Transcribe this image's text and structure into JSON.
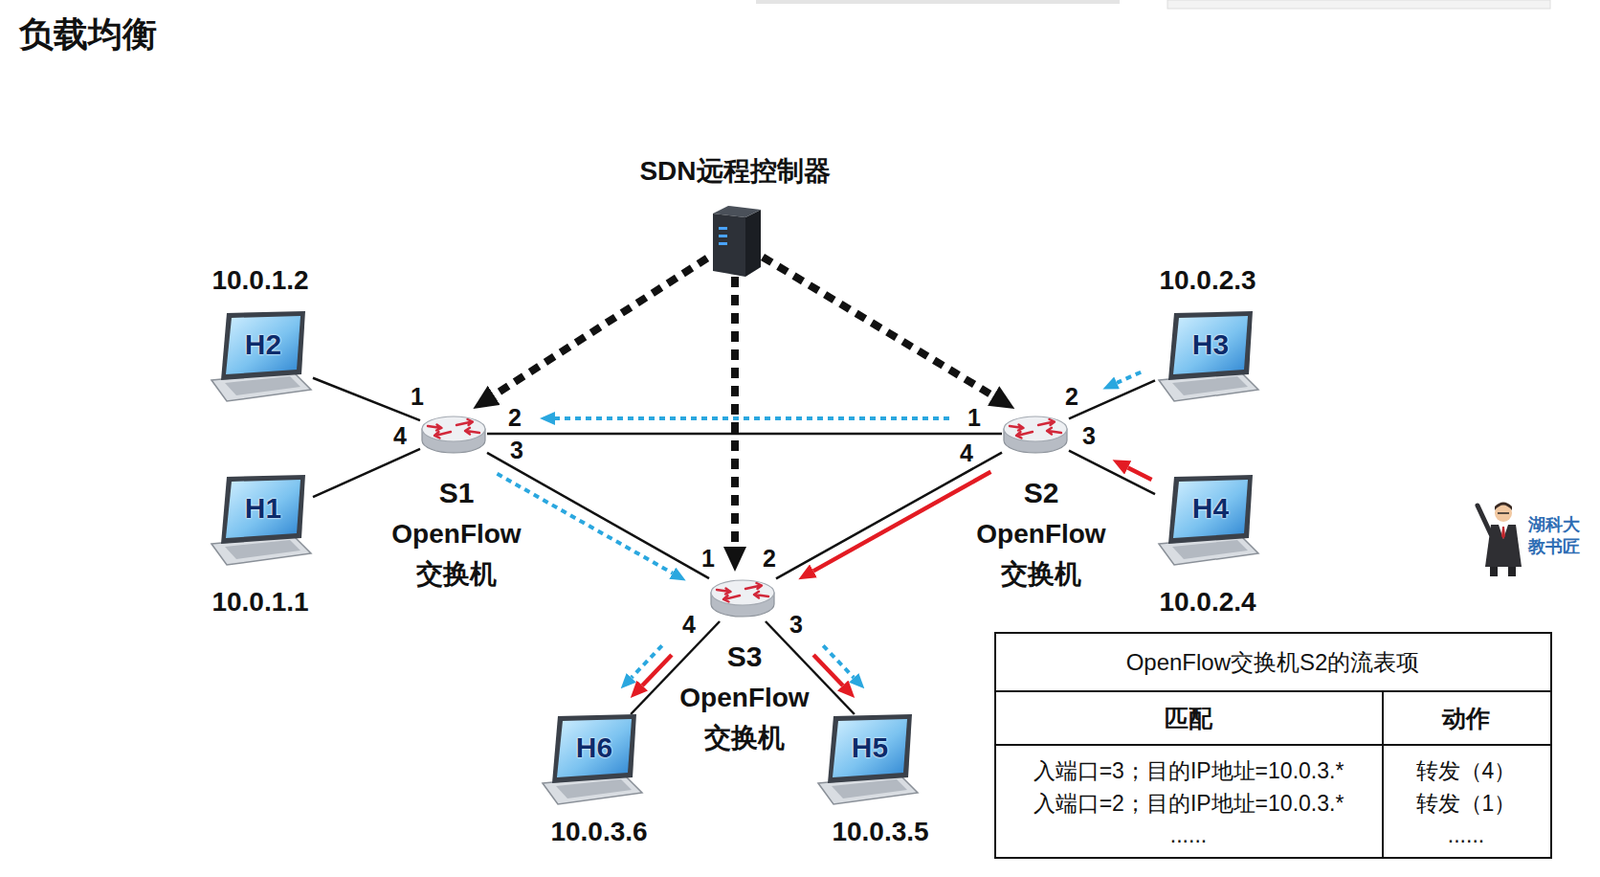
{
  "diagram": {
    "title": "负载均衡",
    "nodes": [
      {
        "text": [
          "SDN远程控制器"
        ]
      },
      {
        "text": [
          "H2",
          "10.0.1.2"
        ]
      },
      {
        "text": [
          "H3",
          "10.0.2.3"
        ]
      },
      {
        "text": [
          "S1",
          "OpenFlow 交换机"
        ]
      },
      {
        "text": [
          "S2",
          "OpenFlow 交换机"
        ]
      },
      {
        "text": [
          "H1",
          "10.0.1.1"
        ]
      },
      {
        "text": [
          "H4",
          "10.0.2.4"
        ]
      },
      {
        "text": [
          "S3",
          "OpenFlow 交换机"
        ]
      },
      {
        "text": [
          "H6",
          "10.0.3.6"
        ]
      },
      {
        "text": [
          "H5",
          "10.0.3.5"
        ]
      }
    ],
    "edges": [
      {
        "from": 1,
        "to": 3,
        "arrow": "none"
      },
      {
        "from": 5,
        "to": 3,
        "arrow": "none"
      },
      {
        "from": 3,
        "to": 4,
        "arrow": "none"
      },
      {
        "from": 2,
        "to": 4,
        "arrow": "none"
      },
      {
        "from": 6,
        "to": 4,
        "arrow": "none"
      },
      {
        "from": 3,
        "to": 7,
        "arrow": "none"
      },
      {
        "from": 4,
        "to": 7,
        "arrow": "none"
      },
      {
        "from": 7,
        "to": 8,
        "arrow": "none"
      },
      {
        "from": 7,
        "to": 9,
        "arrow": "none"
      },
      {
        "from": 0,
        "to": 3,
        "arrow": "to"
      },
      {
        "from": 0,
        "to": 4,
        "arrow": "to"
      },
      {
        "from": 0,
        "to": 7,
        "arrow": "to"
      },
      {
        "from": 2,
        "to": 4,
        "arrow": "to"
      },
      {
        "from": 4,
        "to": 3,
        "arrow": "to"
      },
      {
        "from": 3,
        "to": 7,
        "arrow": "to"
      },
      {
        "from": 7,
        "to": 8,
        "arrow": "to"
      },
      {
        "from": 7,
        "to": 9,
        "arrow": "to"
      },
      {
        "from": 6,
        "to": 4,
        "arrow": "to"
      },
      {
        "from": 4,
        "to": 7,
        "arrow": "to"
      },
      {
        "from": 7,
        "to": 8,
        "arrow": "to"
      },
      {
        "from": 7,
        "to": 9,
        "arrow": "to"
      }
    ],
    "labels": [
      "1",
      "2",
      "4",
      "3",
      "1",
      "2",
      "4",
      "3",
      "1",
      "2",
      "4",
      "3",
      "湖科大 教书匠",
      "OpenFlow交换机S2的流表项",
      "匹配",
      "动作",
      "入端口=3；目的IP地址=10.0.3.*",
      "转发（4）",
      "入端口=2；目的IP地址=10.0.3.*",
      "转发（1）",
      "......",
      "......"
    ]
  }
}
